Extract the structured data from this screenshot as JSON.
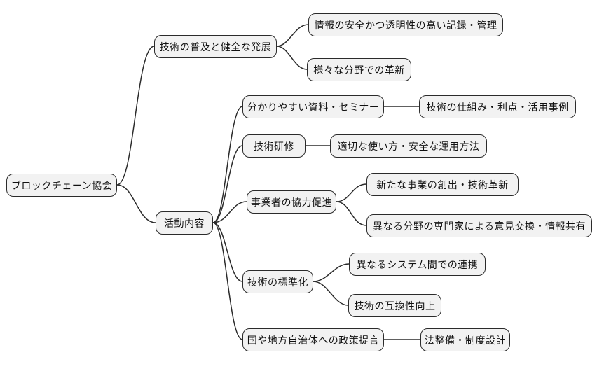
{
  "colors": {
    "background": "#ffffff",
    "node_fill": "#f2f2f2",
    "node_border": "#2b2b2b",
    "edge": "#2b2b2b",
    "text": "#111111"
  },
  "mindmap": {
    "type": "mindmap",
    "root": {
      "label": "ブロックチェーン協会"
    },
    "branches": [
      {
        "label": "技術の普及と健全な発展",
        "children": [
          {
            "label": "情報の安全かつ透明性の高い記録・管理"
          },
          {
            "label": "様々な分野での革新"
          }
        ]
      },
      {
        "label": "活動内容",
        "children": [
          {
            "label": "分かりやすい資料・セミナー",
            "children": [
              {
                "label": "技術の仕組み・利点・活用事例"
              }
            ]
          },
          {
            "label": "技術研修",
            "children": [
              {
                "label": "適切な使い方・安全な運用方法"
              }
            ]
          },
          {
            "label": "事業者の協力促進",
            "children": [
              {
                "label": "新たな事業の創出・技術革新"
              },
              {
                "label": "異なる分野の専門家による意見交換・情報共有"
              }
            ]
          },
          {
            "label": "技術の標準化",
            "children": [
              {
                "label": "異なるシステム間での連携"
              },
              {
                "label": "技術の互換性向上"
              }
            ]
          },
          {
            "label": "国や地方自治体への政策提言",
            "children": [
              {
                "label": "法整備・制度設計"
              }
            ]
          }
        ]
      }
    ]
  }
}
